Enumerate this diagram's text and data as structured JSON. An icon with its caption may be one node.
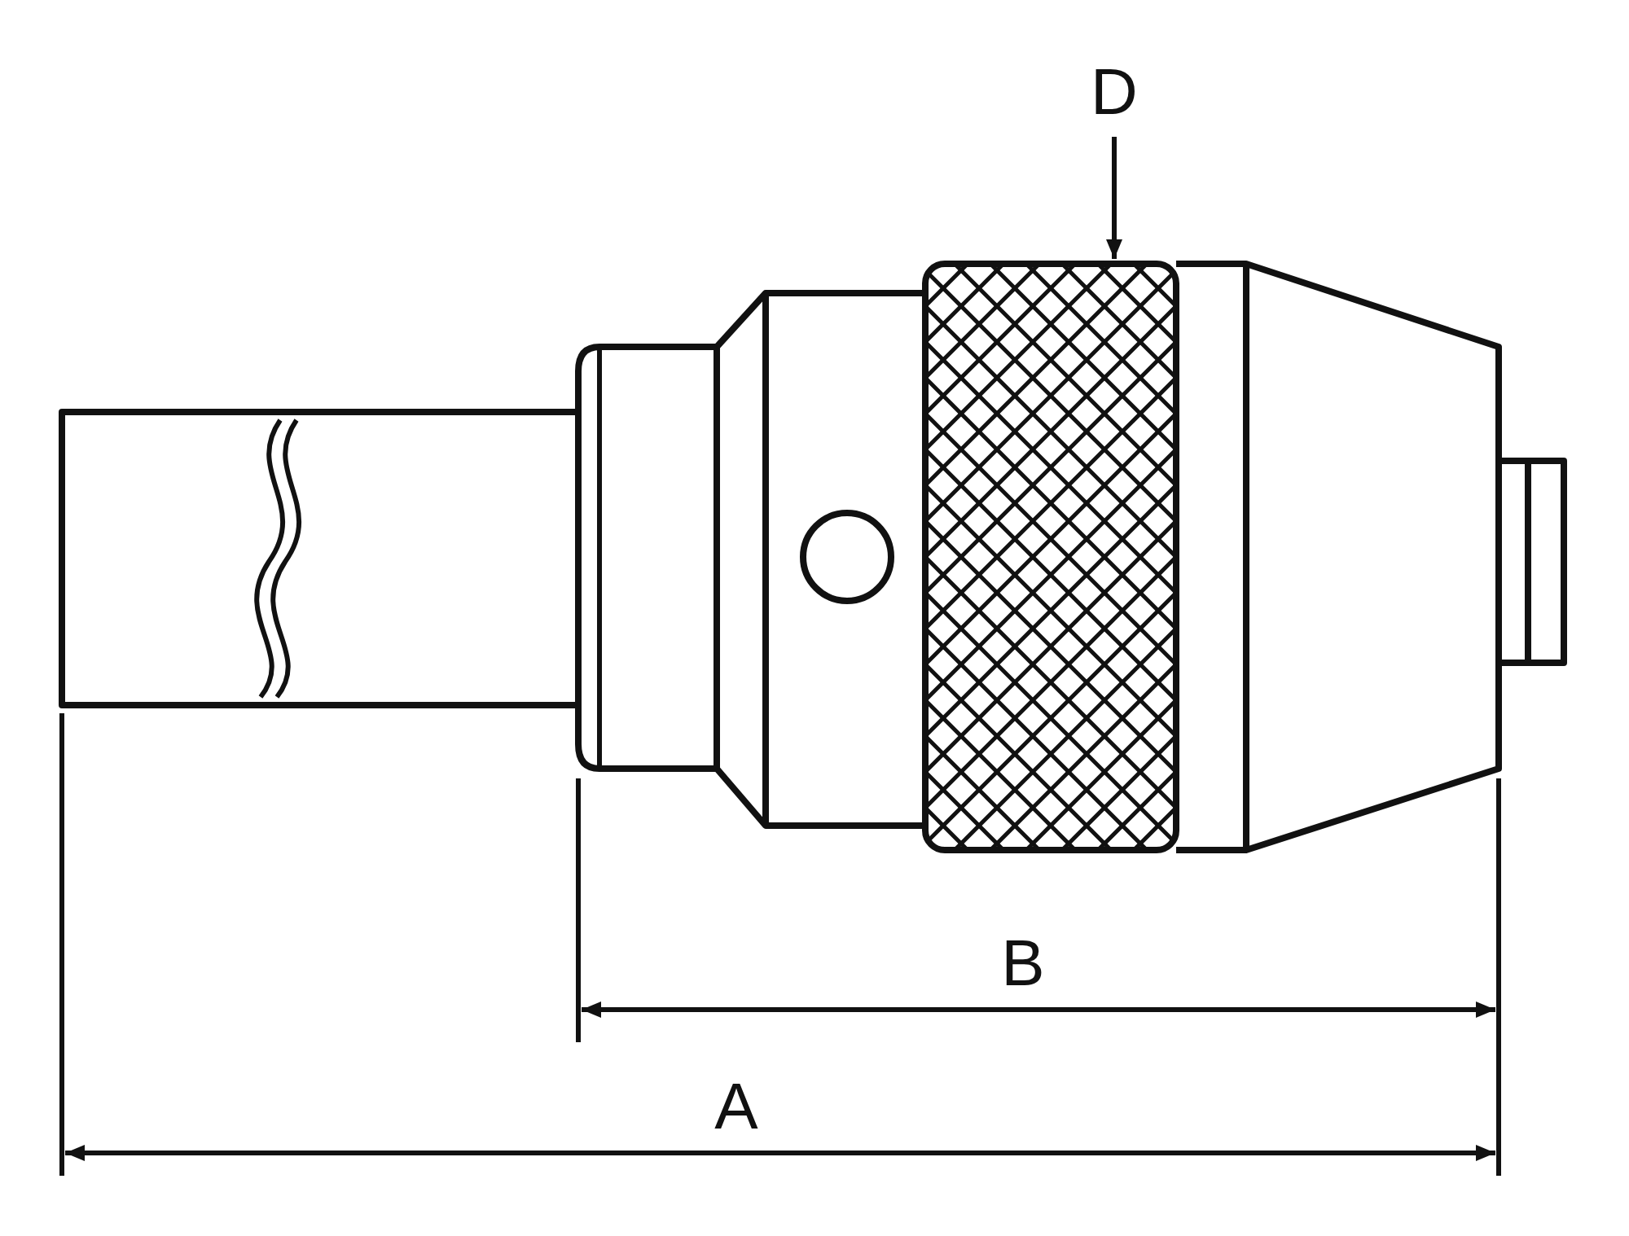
{
  "diagram": {
    "labels": [
      "D",
      "B",
      "A"
    ]
  }
}
